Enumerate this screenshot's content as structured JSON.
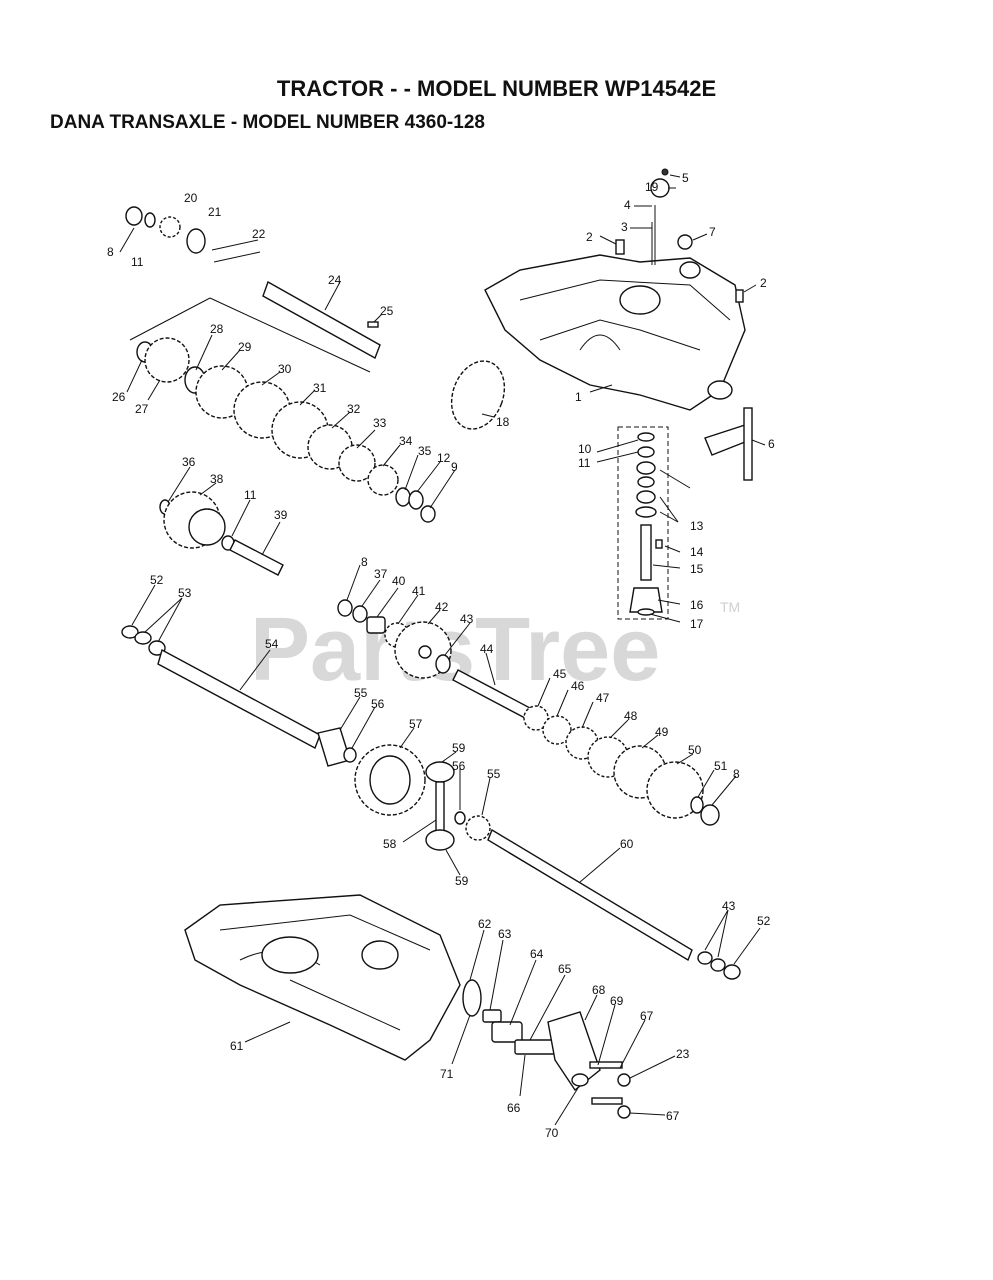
{
  "title": "TRACTOR - - MODEL NUMBER WP14542E",
  "subtitle": "DANA TRANSAXLE - MODEL NUMBER 4360-128",
  "watermark": "PartsTree",
  "watermark_tm": "TM",
  "labels": [
    "1",
    "2",
    "2",
    "3",
    "4",
    "5",
    "6",
    "7",
    "8",
    "8",
    "8",
    "9",
    "10",
    "11",
    "11",
    "11",
    "12",
    "13",
    "14",
    "15",
    "16",
    "17",
    "18",
    "19",
    "20",
    "21",
    "22",
    "23",
    "24",
    "25",
    "26",
    "27",
    "28",
    "29",
    "30",
    "31",
    "32",
    "33",
    "34",
    "35",
    "36",
    "37",
    "38",
    "39",
    "40",
    "41",
    "42",
    "43",
    "43",
    "44",
    "45",
    "46",
    "47",
    "48",
    "49",
    "50",
    "51",
    "52",
    "52",
    "53",
    "54",
    "55",
    "55",
    "56",
    "56",
    "57",
    "58",
    "59",
    "59",
    "60",
    "61",
    "62",
    "63",
    "64",
    "65",
    "66",
    "67",
    "67",
    "68",
    "69",
    "70",
    "71"
  ]
}
